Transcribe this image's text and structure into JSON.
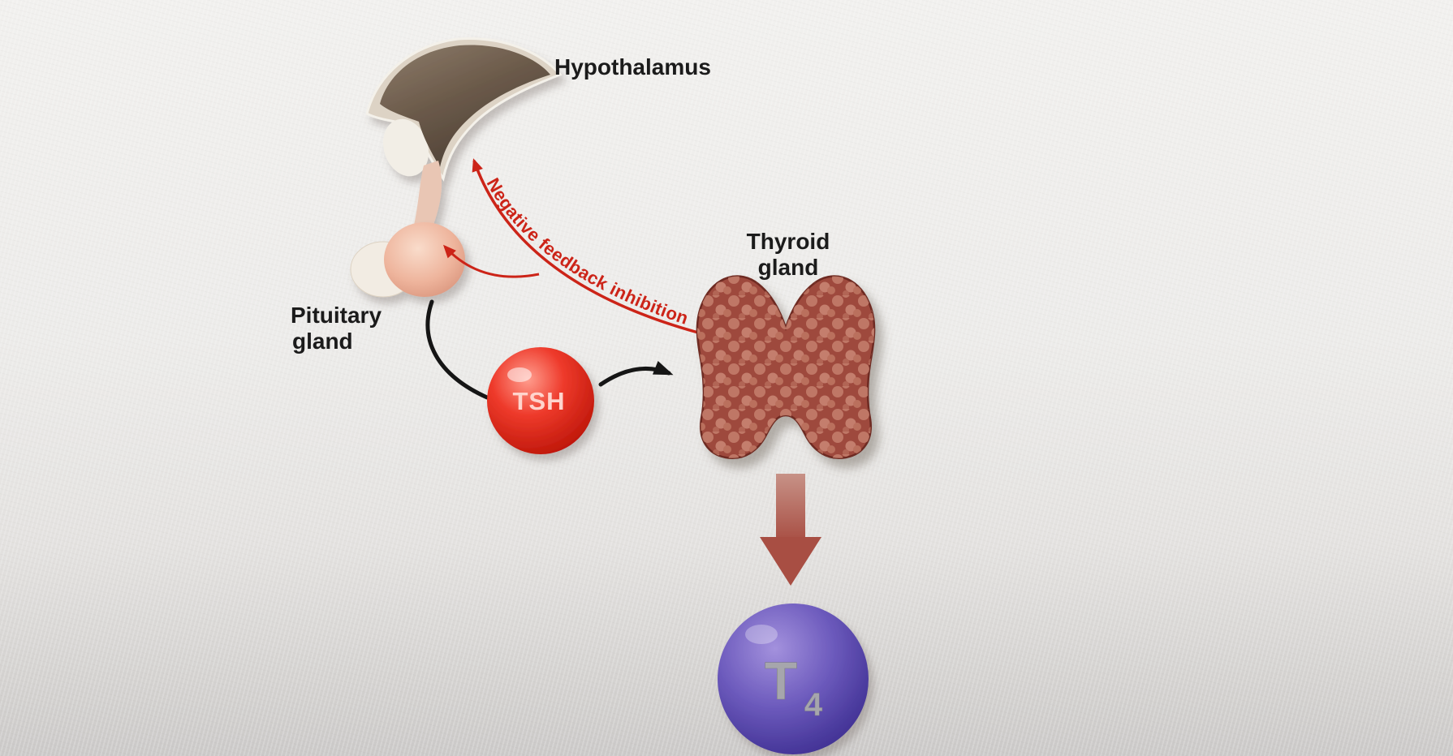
{
  "labels": {
    "hypothalamus": "Hypothalamus",
    "pituitary_line1": "Pituitary",
    "pituitary_line2": "gland",
    "thyroid_line1": "Thyroid",
    "thyroid_line2": "gland",
    "tsh": "TSH",
    "t4_main": "T",
    "t4_sub": "4",
    "feedback": "Negative feedback inhibition"
  },
  "colors": {
    "background_top": "#f1f0ee",
    "background_bottom": "#cbc9c8",
    "label_text": "#1b1b1b",
    "feedback_red": "#cc2418",
    "tsh_sphere_red": "#e3271c",
    "tsh_text": "#ffd4cd",
    "thyroid_base": "#9e4a3e",
    "thyroid_spots": "#c57f6d",
    "secretion_arrow": "#a84e43",
    "t4_sphere_purple": "#5b49ad",
    "t4_text": "#a6a6ac",
    "hypothalamus_brown": "#6b5a4a",
    "pituitary_pink": "#eeb49c"
  }
}
